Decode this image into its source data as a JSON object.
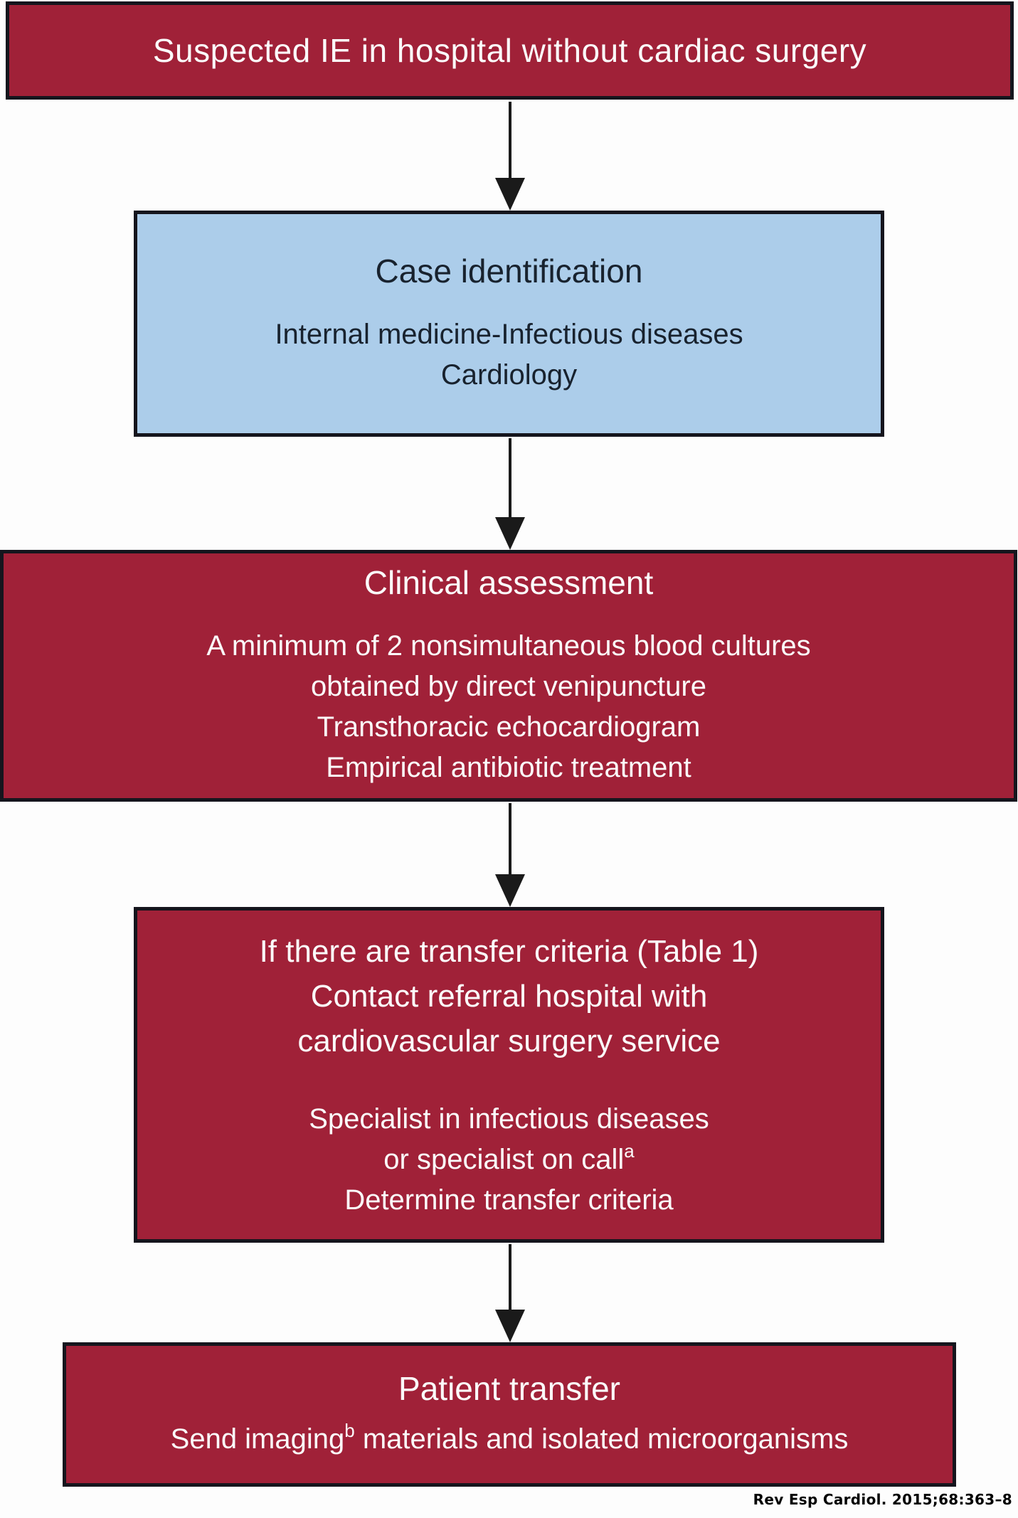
{
  "figure": {
    "type": "flowchart",
    "title_box": {
      "label": "Suspected IE in hospital without cardiac surgery"
    },
    "case_identification_box": {
      "heading": "Case identification",
      "line1": "Internal medicine-Infectious diseases",
      "line2": "Cardiology"
    },
    "clinical_assessment_box": {
      "heading": "Clinical assessment",
      "line1": "A minimum of 2 nonsimultaneous blood cultures",
      "line2": "obtained by direct venipuncture",
      "line3": "Transthoracic echocardiogram",
      "line4": "Empirical antibiotic treatment"
    },
    "transfer_criteria_box": {
      "line1": "If there are transfer criteria (Table 1)",
      "line2": "Contact referral hospital with",
      "line3": "cardiovascular surgery service",
      "line4": "Specialist in infectious diseases",
      "line5_prefix": "or specialist on call",
      "line5_superscript": "a",
      "line6": "Determine transfer criteria"
    },
    "patient_transfer_box": {
      "heading": "Patient transfer",
      "line1_prefix": "Send imaging",
      "line1_superscript": "b",
      "line1_suffix": " materials and isolated microorganisms"
    },
    "citation": "Rev Esp Cardiol. 2015;68:363–8",
    "colors": {
      "box_red": "#a02138",
      "box_blue": "#accdea",
      "border": "#15151d",
      "text_on_red": "#fbfbfb",
      "text_on_blue": "#18222e",
      "arrow": "#1a1a1a",
      "background": "#fdfdfd"
    }
  }
}
